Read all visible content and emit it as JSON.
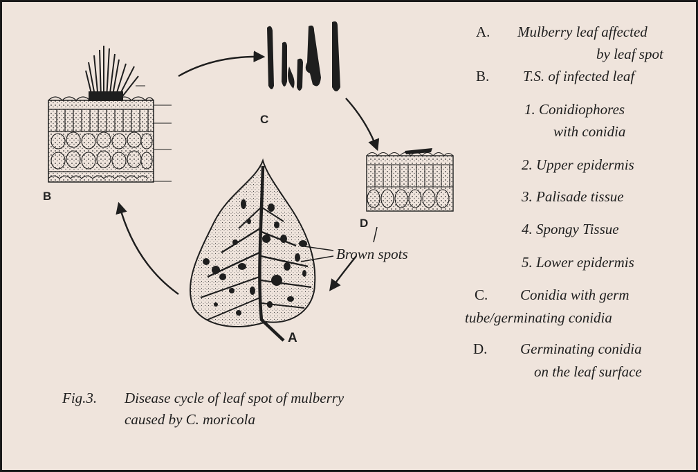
{
  "diagram": {
    "panel_labels": {
      "a": "A",
      "b": "B",
      "c": "C",
      "d": "D"
    },
    "callout": "Brown spots"
  },
  "legend": {
    "a_letter": "A.",
    "a_text_1": "Mulberry leaf affected",
    "a_text_2": "by leaf spot",
    "b_letter": "B.",
    "b_text": "T.S. of infected leaf",
    "b1_1": "1. Conidiophores",
    "b1_2": "with conidia",
    "b2": "2. Upper epidermis",
    "b3": "3. Palisade tissue",
    "b4": "4. Spongy Tissue",
    "b5": "5. Lower epidermis",
    "c_letter": "C.",
    "c_text_1": "Conidia with germ",
    "c_text_2": "tube/germinating conidia",
    "d_letter": "D.",
    "d_text_1": "Germinating conidia",
    "d_text_2": "on the leaf surface"
  },
  "caption": {
    "fig": "Fig.3.",
    "line1": "Disease cycle of leaf spot of mulberry",
    "line2": "caused by C. moricola"
  },
  "colors": {
    "paper": "#efe4dc",
    "ink": "#1e1e1e",
    "frame": "#1a1a1a"
  }
}
